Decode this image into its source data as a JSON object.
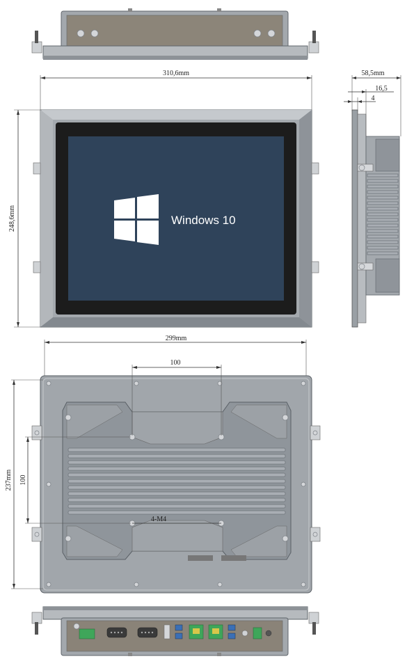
{
  "dimensions": {
    "front_width": "310,6mm",
    "front_height": "248,6mm",
    "side_depth": "58,5mm",
    "side_mid": "16,5",
    "side_small": "4",
    "rear_width": "299mm",
    "rear_height": "237mm",
    "vesa_horizontal": "100",
    "vesa_vertical": "100",
    "mount_screws": "4-M4"
  },
  "screen": {
    "os_label": "Windows 10"
  },
  "colors": {
    "housing": "#9ea3a8",
    "housing_dark": "#7f858b",
    "bezel": "#1c1c1c",
    "screen": "#2f435a",
    "port_panel": "#8a8378",
    "port_green": "#3fa65a"
  },
  "icons": {
    "os_logo": "windows-logo-icon"
  }
}
